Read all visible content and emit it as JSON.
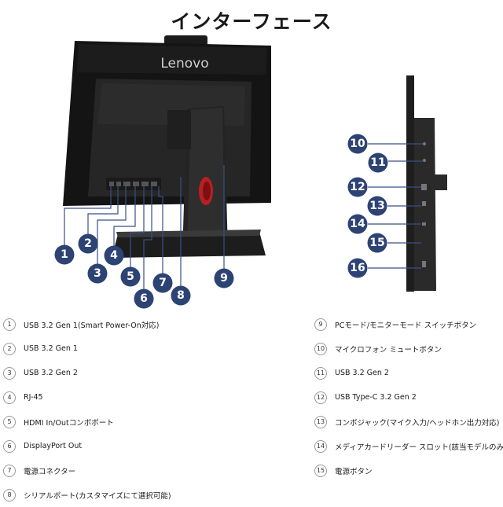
{
  "title": "インターフェース",
  "brand_logo": "Lenovo",
  "badge_color": "#2d4373",
  "callouts_main": [
    "1",
    "2",
    "3",
    "4",
    "5",
    "6",
    "7",
    "8",
    "9"
  ],
  "callouts_side": [
    "10",
    "11",
    "12",
    "13",
    "14",
    "15",
    "16"
  ],
  "legend_left": [
    {
      "num": "1",
      "label": "USB 3.2 Gen 1(Smart Power-On対応)"
    },
    {
      "num": "2",
      "label": "USB 3.2 Gen 1"
    },
    {
      "num": "3",
      "label": "USB 3.2 Gen 2"
    },
    {
      "num": "4",
      "label": "RJ-45"
    },
    {
      "num": "5",
      "label": "HDMI In/Outコンボポート"
    },
    {
      "num": "6",
      "label": "DisplayPort Out"
    },
    {
      "num": "7",
      "label": "電源コネクター"
    },
    {
      "num": "8",
      "label": "シリアルポート(カスタマイズにて選択可能)"
    }
  ],
  "legend_right": [
    {
      "num": "9",
      "label": "PCモード/モニターモード スイッチボタン"
    },
    {
      "num": "10",
      "label": "マイクロフォン ミュートボタン"
    },
    {
      "num": "11",
      "label": "USB 3.2 Gen 2"
    },
    {
      "num": "12",
      "label": "USB Type-C 3.2 Gen 2"
    },
    {
      "num": "13",
      "label": "コンボジャック(マイク入力/ヘッドホン出力対応)"
    },
    {
      "num": "14",
      "label": "メディアカードリーダー スロット(該当モデルのみ)"
    },
    {
      "num": "15",
      "label": "電源ボタン"
    }
  ]
}
